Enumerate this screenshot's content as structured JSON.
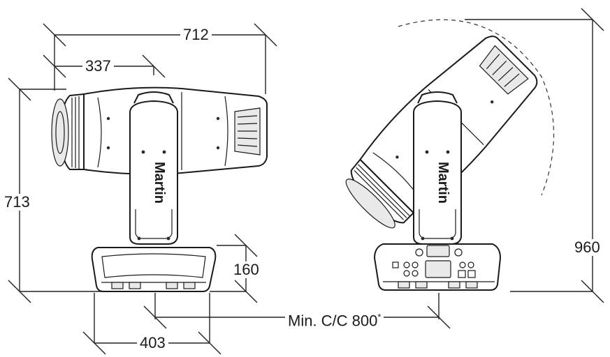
{
  "dimensions": {
    "width_total": "712",
    "head_depth": "337",
    "height_closed": "713",
    "base_height": "160",
    "base_width": "403",
    "center_to_center": "Min. C/C 800",
    "center_to_center_mark": "*",
    "height_tilted": "960"
  },
  "brand": {
    "text": "Martin"
  },
  "icons": [
    "dimension-arrow-icon",
    "martin-logo-icon"
  ]
}
